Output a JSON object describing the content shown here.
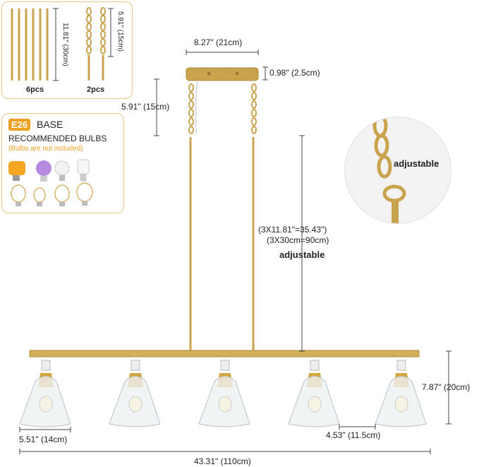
{
  "accessories": {
    "rods_qty": "6pcs",
    "chains_qty": "2pcs",
    "rod_length": "11.81\" (30cm)",
    "chain_length": "5.91\" (15cm)"
  },
  "bulb_info": {
    "base_badge": "E26",
    "base_label": "BASE",
    "recommended": "RECOMMENDED BULBS",
    "note": "(Bulbs are not included)"
  },
  "dimensions": {
    "canopy_width": "8.27\" (21cm)",
    "canopy_height": "0.98\" (2.5cm)",
    "chain_drop": "5.91\" (15cm)",
    "rod_formula_in": "(3X11.81\"=35.43\")",
    "rod_formula_cm": "(3X30cm=90cm)",
    "adjustable": "adjustable",
    "shade_height": "7.87\" (20cm)",
    "shade_width": "5.51\" (14cm)",
    "shade_spacing": "4.53\" (11.5cm)",
    "total_length": "43.31\" (110cm)"
  },
  "detail_callout": {
    "label": "adjustable"
  },
  "colors": {
    "brass": "#c9a34e",
    "accent_orange": "#f0a020",
    "border": "#e8c98a"
  }
}
